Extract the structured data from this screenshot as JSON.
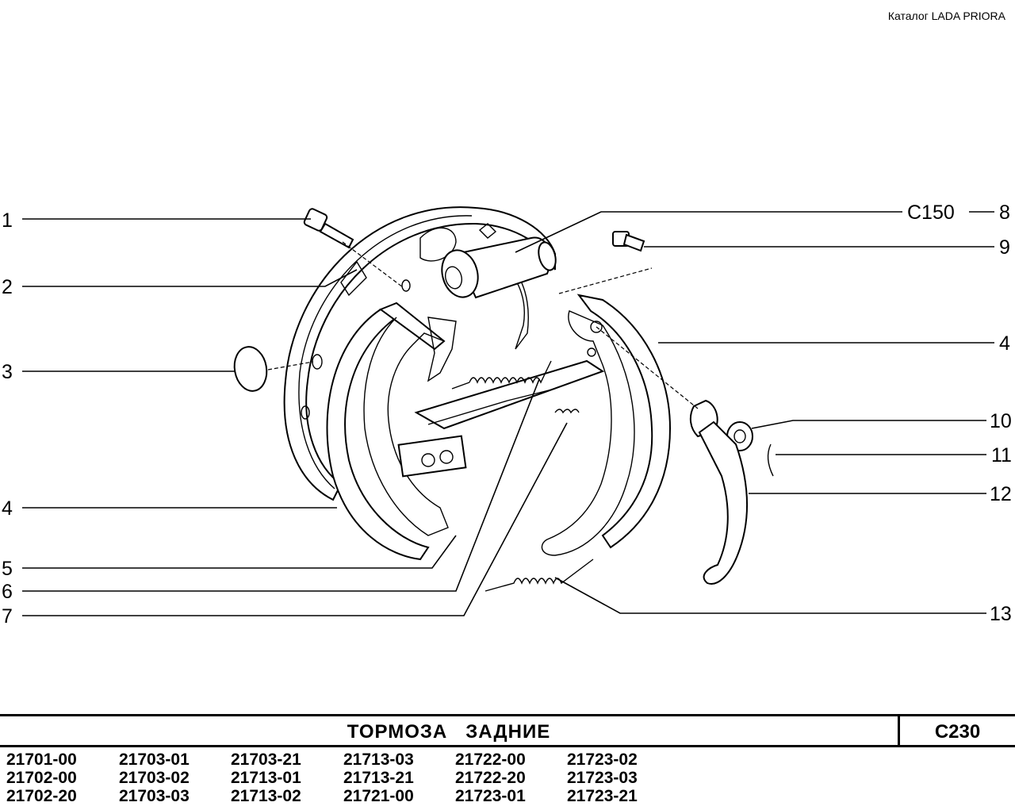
{
  "catalog_title": "Каталог  LADA  PRIORA",
  "callouts": {
    "c1": "1",
    "c2": "2",
    "c3": "3",
    "c4a": "4",
    "c5": "5",
    "c6": "6",
    "c7": "7",
    "c8": "8",
    "c8_ref": "С150",
    "c9": "9",
    "c4b": "4",
    "c10": "10",
    "c11": "11",
    "c12": "12",
    "c13": "13"
  },
  "footer": {
    "title": "ТОРМОЗА   ЗАДНИЕ",
    "code": "С230",
    "models": [
      [
        "21701-00",
        "21702-00",
        "21702-20"
      ],
      [
        "21703-01",
        "21703-02",
        "21703-03"
      ],
      [
        "21703-21",
        "21713-01",
        "21713-02"
      ],
      [
        "21713-03",
        "21713-21",
        "21721-00"
      ],
      [
        "21722-00",
        "21722-20",
        "21723-01"
      ],
      [
        "21723-02",
        "21723-03",
        "21723-21"
      ]
    ]
  }
}
